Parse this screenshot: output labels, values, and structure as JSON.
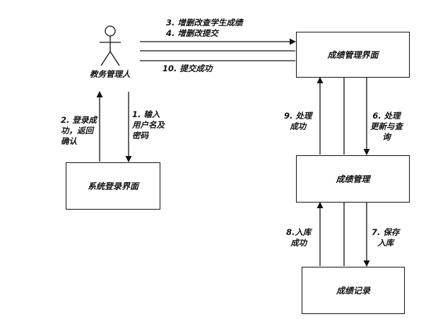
{
  "actor": {
    "label": "教务管理人"
  },
  "boxes": {
    "login": "系统登录界面",
    "grade_ui": "成绩管理界面",
    "grade_mgmt": "成绩管理",
    "grade_record": "成绩记录"
  },
  "arrows": {
    "a1": "1. 输入\n用户名及\n密码",
    "a2": "2. 登录成\n功，返回\n确认",
    "a3": "3. 增删改查学生成绩",
    "a4": "4. 增删改提交",
    "a6": "6. 处理\n更新与查\n询",
    "a7": "7. 保存\n入库",
    "a8": "8.入库\n成功",
    "a9": "9. 处理\n成功",
    "a10": "10. 提交成功"
  }
}
